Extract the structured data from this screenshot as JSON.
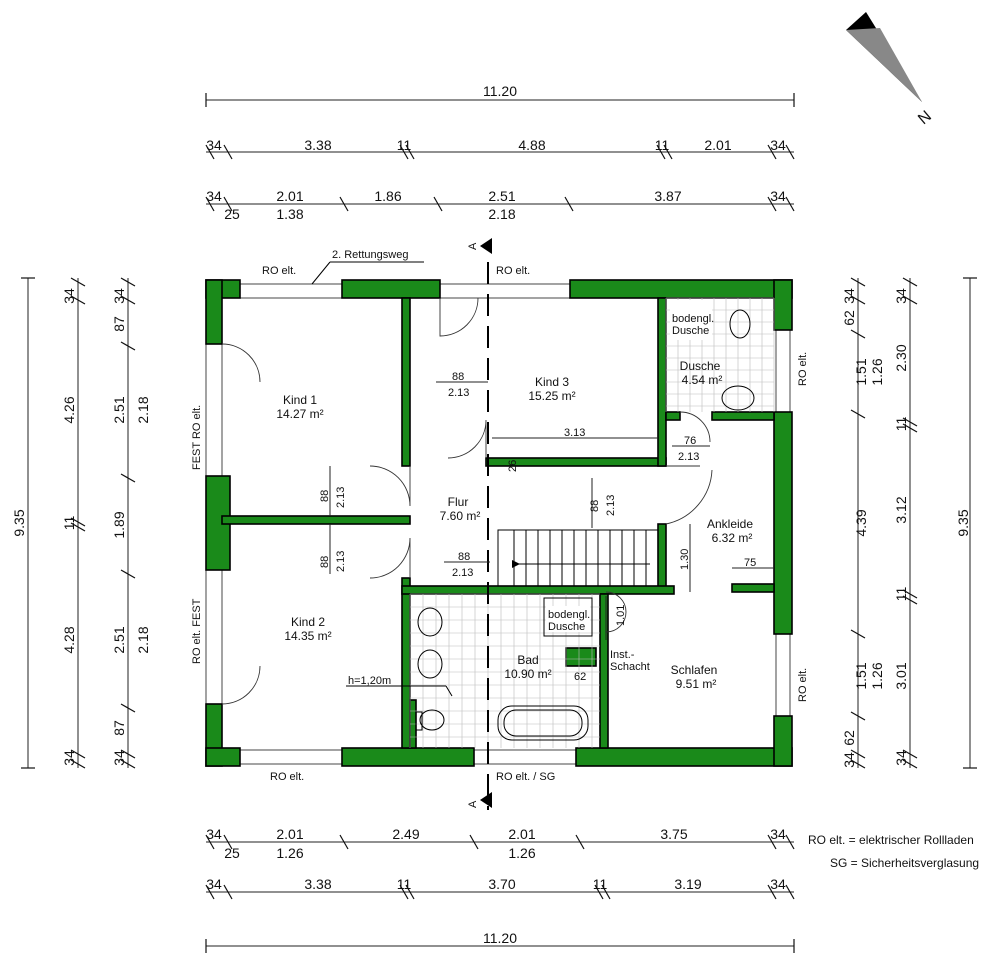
{
  "north": "N",
  "section_marker": "A",
  "top_dims": {
    "overall": "11.20",
    "row1": [
      "34",
      "3.38",
      "11",
      "4.88",
      "11",
      "2.01",
      "34"
    ],
    "row2": [
      "34",
      "2.01",
      "1.86",
      "2.51",
      "3.87",
      "34"
    ],
    "row2_sub": [
      "25",
      "1.38",
      "2.18"
    ]
  },
  "bottom_dims": {
    "row1": [
      "34",
      "2.01",
      "2.49",
      "2.01",
      "3.75",
      "34"
    ],
    "row1_sub": [
      "25",
      "1.26",
      "1.26"
    ],
    "row2": [
      "34",
      "3.38",
      "11",
      "3.70",
      "11",
      "3.19",
      "34"
    ],
    "overall": "11.20"
  },
  "left_dims": {
    "overall": "9.35",
    "col1": [
      "34",
      "4.26",
      "11",
      "4.28",
      "34"
    ],
    "col2": [
      "34",
      "87",
      "2.51",
      "1.89",
      "2.51",
      "87",
      "34"
    ],
    "col2_sub": [
      "2.18",
      "2.18"
    ]
  },
  "right_dims": {
    "overall": "9.35",
    "col1": [
      "62",
      "1.51",
      "4.39",
      "1.51",
      "62"
    ],
    "col1_ends": [
      "34",
      "34"
    ],
    "col2": [
      "1.26",
      "1.26"
    ],
    "col3": [
      "34",
      "2.30",
      "11",
      "3.12",
      "11",
      "3.01",
      "34"
    ]
  },
  "rooms": {
    "kind1": {
      "name": "Kind 1",
      "area": "14.27 m²"
    },
    "kind2": {
      "name": "Kind 2",
      "area": "14.35 m²"
    },
    "kind3": {
      "name": "Kind 3",
      "area": "15.25 m²"
    },
    "dusche": {
      "name": "Dusche",
      "area": "4.54 m²"
    },
    "flur": {
      "name": "Flur",
      "area": "7.60 m²"
    },
    "ankleide": {
      "name": "Ankleide",
      "area": "6.32 m²"
    },
    "bad": {
      "name": "Bad",
      "area": "10.90 m²"
    },
    "schlafen": {
      "name": "Schlafen",
      "area": "9.51 m²"
    }
  },
  "labels": {
    "ro_elt": "RO elt.",
    "ro_elt_sg": "RO elt. / SG",
    "rettungsweg": "2. Rettungsweg",
    "fest_ro": "FEST RO elt.",
    "ro_fest": "RO elt.  FEST",
    "bodengl_1": "bodengl.",
    "bodengl_2": "Dusche",
    "inst_1": "Inst.-",
    "inst_2": "Schacht",
    "h120": "h=1,20m"
  },
  "interior_dims": {
    "d88_k3": "88",
    "d213_k3": "2.13",
    "d3135": "3.13",
    "d26": "26",
    "d76": "76",
    "d213_a": "2.13",
    "d88_k1": "88",
    "d213_k1": "2.13",
    "d88_fl": "88",
    "d213_fl": "2.13",
    "d88_k2": "88",
    "d213_k2": "2.13",
    "d88_fl2": "88",
    "d213_fl2": "2.13",
    "d130": "1.30",
    "d75": "75",
    "d101": "1.01",
    "d62": "62"
  },
  "legend": [
    "RO elt. = elektrischer Rollladen",
    "SG = Sicherheitsverglasung"
  ],
  "colors": {
    "wall": "#1a8a1a"
  }
}
